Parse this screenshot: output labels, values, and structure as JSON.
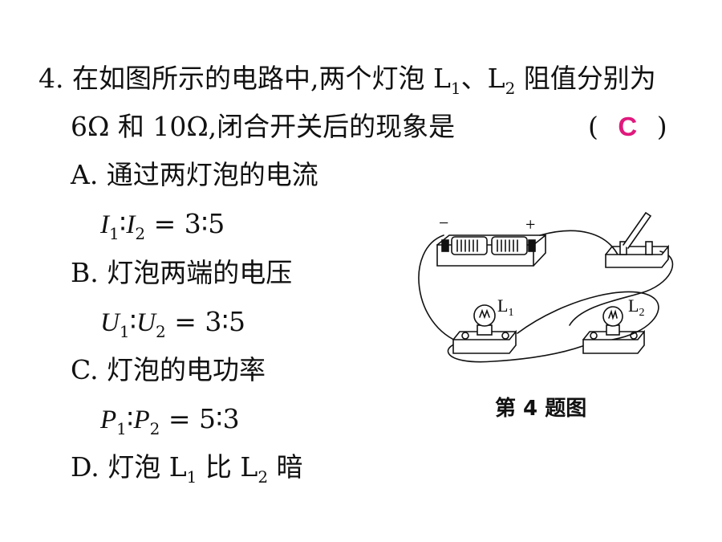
{
  "question": {
    "number": "4.",
    "text_line1_a": "在如图所示的电路中,两个灯泡 L",
    "sub1": "1",
    "sep": "、L",
    "sub2": "2",
    "text_line1_b": " 阻值分别为",
    "text_line2": "6Ω 和 10Ω,闭合开关后的现象是",
    "paren_open": "(",
    "answer": "C",
    "paren_close": ")"
  },
  "options": {
    "a_label": "A. 通过两灯泡的电流",
    "a_var1": "I",
    "a_var2": "I",
    "a_ratio": "= 3∶5",
    "b_label": "B. 灯泡两端的电压",
    "b_var1": "U",
    "b_var2": "U",
    "b_ratio": "= 3∶5",
    "c_label": "C. 灯泡的电功率",
    "c_var1": "P",
    "c_var2": "P",
    "c_ratio": "= 5∶3",
    "d_label_a": "D. 灯泡 L",
    "d_mid": " 比 L",
    "d_end": " 暗",
    "sub1": "1",
    "sub2": "2",
    "colon": "∶"
  },
  "figure": {
    "caption": "第 4 题图",
    "minus": "−",
    "plus": "+",
    "lamp1": "L",
    "lamp2": "L",
    "sub1": "1",
    "sub2": "2"
  },
  "colors": {
    "answer": "#e0197d",
    "text": "#111111"
  }
}
